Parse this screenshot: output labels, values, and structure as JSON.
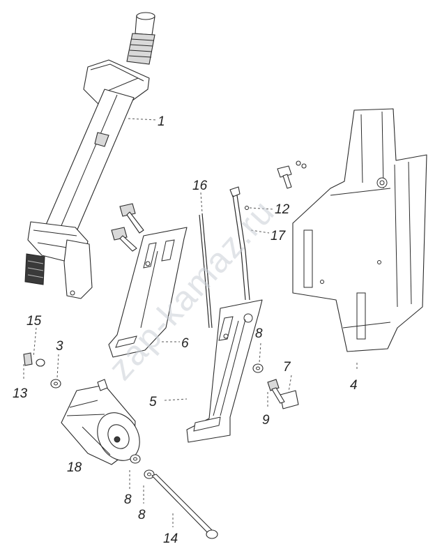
{
  "watermark": "zap-kamaz.ru",
  "callouts": [
    {
      "id": "1",
      "label": "1"
    },
    {
      "id": "16",
      "label": "16"
    },
    {
      "id": "12",
      "label": "12"
    },
    {
      "id": "17",
      "label": "17"
    },
    {
      "id": "15",
      "label": "15"
    },
    {
      "id": "3",
      "label": "3"
    },
    {
      "id": "6",
      "label": "6"
    },
    {
      "id": "8a",
      "label": "8"
    },
    {
      "id": "7",
      "label": "7"
    },
    {
      "id": "4",
      "label": "4"
    },
    {
      "id": "13",
      "label": "13"
    },
    {
      "id": "5",
      "label": "5"
    },
    {
      "id": "9",
      "label": "9"
    },
    {
      "id": "18",
      "label": "18"
    },
    {
      "id": "8b",
      "label": "8"
    },
    {
      "id": "8c",
      "label": "8"
    },
    {
      "id": "14",
      "label": "14"
    }
  ]
}
